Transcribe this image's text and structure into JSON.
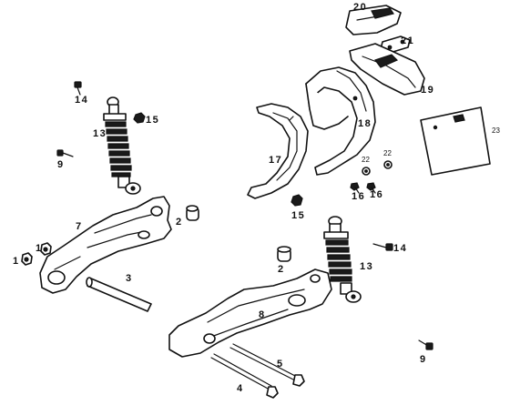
{
  "labels": {
    "l1": "1",
    "l1b": "1",
    "l2a": "2",
    "l2b": "2",
    "l3": "3",
    "l4": "4",
    "l5": "5",
    "l7": "7",
    "l8": "8",
    "l9a": "9",
    "l9b": "9",
    "l13a": "13",
    "l13b": "13",
    "l14a": "14",
    "l14b": "14",
    "l15a": "15",
    "l15b": "15",
    "l16a": "16",
    "l16b": "16",
    "l17": "17",
    "l18": "18",
    "l19": "19",
    "l20": "20",
    "l21": "21",
    "l22a": "22",
    "l22b": "22",
    "l23": "23"
  }
}
